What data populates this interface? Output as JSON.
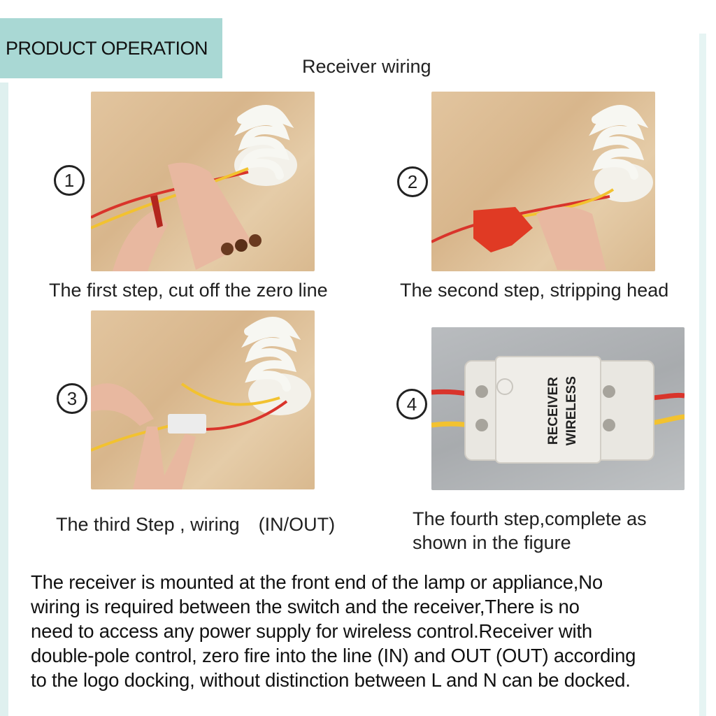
{
  "header": {
    "title": "PRODUCT OPERATION"
  },
  "subtitle": "Receiver wiring",
  "steps": [
    {
      "num": "1",
      "caption": "The first step, cut off the zero line"
    },
    {
      "num": "2",
      "caption": "The second step, stripping head"
    },
    {
      "num": "3",
      "caption": "The third Step , wiring　(IN/OUT)"
    },
    {
      "num": "4",
      "caption_line1": "The fourth step,complete as",
      "caption_line2": "shown in the figure"
    }
  ],
  "device": {
    "label_line1": "WIRELESS",
    "label_line2": "RECEIVER"
  },
  "description": [
    "The receiver is mounted at the front end of the lamp or appliance,No",
    "wiring is required between the switch and the receiver,There is no",
    "need to access any power supply for wireless control.Receiver with",
    "double-pole control, zero fire into the line (IN) and OUT (OUT) according",
    "to the logo docking, without distinction between L and N can be docked."
  ],
  "colors": {
    "header_band": "#a9d8d4",
    "wire_red": "#d9342b",
    "wire_yellow": "#f2c230"
  }
}
